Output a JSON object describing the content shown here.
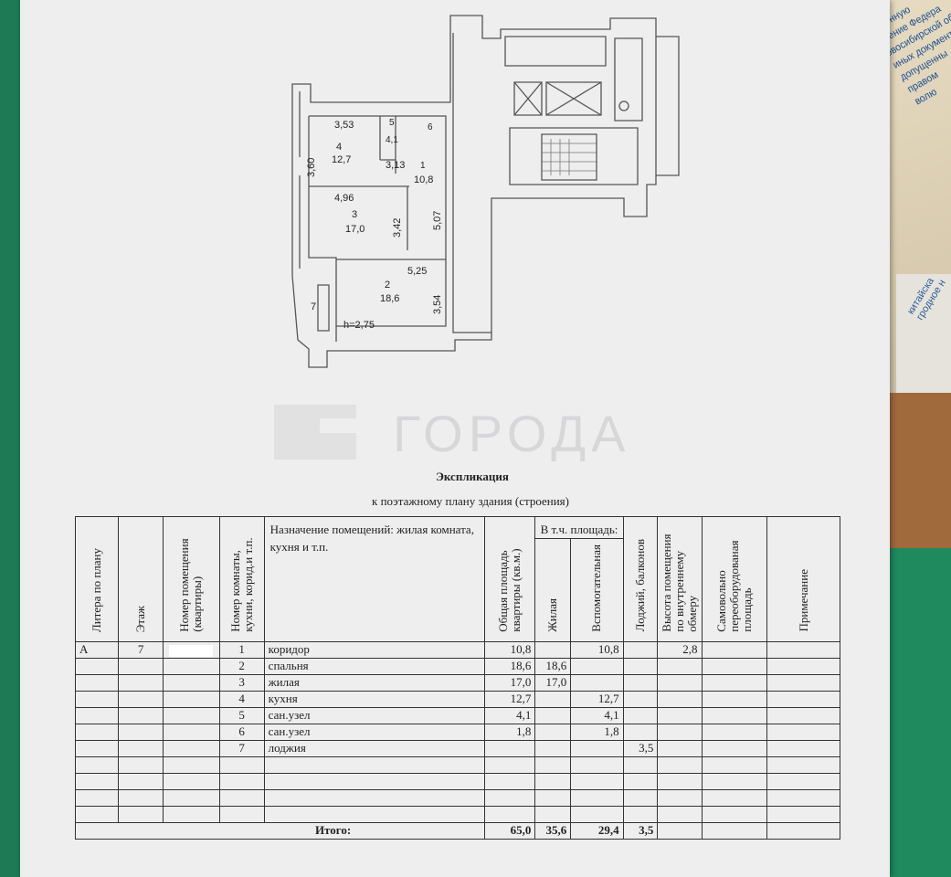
{
  "background": {
    "doc_text": "ука\nственную\nвление Федера\nовосибирской об\nиных документ\nдопущенны\nправом\nволю",
    "doc2_text": "китайска\nгродное н"
  },
  "watermark": {
    "text": "ГОРОДА"
  },
  "plan": {
    "rooms": [
      {
        "id": "5",
        "area": "4,1"
      },
      {
        "id": "6",
        "area": ""
      },
      {
        "id": "4",
        "area": "12,7"
      },
      {
        "id": "1",
        "area": "10,8"
      },
      {
        "id": "3",
        "area": "17,0"
      },
      {
        "id": "2",
        "area": "18,6"
      },
      {
        "id": "7",
        "area": ""
      }
    ],
    "dims": [
      "3,53",
      "3,60",
      "3,13",
      "4,96",
      "3,42",
      "5,07",
      "5,25",
      "3,54"
    ],
    "height_label": "h=2,75"
  },
  "title": "Экспликация",
  "subtitle": "к поэтажному плану здания (строения)",
  "table": {
    "headers": {
      "liter": "Литера по плану",
      "floor": "Этаж",
      "apt": "Номер помещения (квартиры)",
      "room_no": "Номер комнаты, кухни, корид.и т.п.",
      "purpose": "Назначение помещений: жилая комната, кухня и т.п.",
      "total_area": "Общая площадь квартиры (кв.м.)",
      "incl_area": "В т.ч. площадь:",
      "living": "Жилая",
      "aux": "Вспомогательная",
      "loggia": "Лоджий, балконов",
      "height": "Высота помещения по внутреннему обмеру",
      "self_rebuilt": "Самовольно переоборудованая площадь",
      "note": "Примечание"
    },
    "rows": [
      {
        "liter": "А",
        "floor": "7",
        "no": "1",
        "name": "коридор",
        "total": "10,8",
        "living": "",
        "aux": "10,8",
        "loggia": "",
        "height": "2,8"
      },
      {
        "liter": "",
        "floor": "",
        "no": "2",
        "name": "спальня",
        "total": "18,6",
        "living": "18,6",
        "aux": "",
        "loggia": "",
        "height": ""
      },
      {
        "liter": "",
        "floor": "",
        "no": "3",
        "name": "жилая",
        "total": "17,0",
        "living": "17,0",
        "aux": "",
        "loggia": "",
        "height": ""
      },
      {
        "liter": "",
        "floor": "",
        "no": "4",
        "name": "кухня",
        "total": "12,7",
        "living": "",
        "aux": "12,7",
        "loggia": "",
        "height": ""
      },
      {
        "liter": "",
        "floor": "",
        "no": "5",
        "name": "сан.узел",
        "total": "4,1",
        "living": "",
        "aux": "4,1",
        "loggia": "",
        "height": ""
      },
      {
        "liter": "",
        "floor": "",
        "no": "6",
        "name": "сан.узел",
        "total": "1,8",
        "living": "",
        "aux": "1,8",
        "loggia": "",
        "height": ""
      },
      {
        "liter": "",
        "floor": "",
        "no": "7",
        "name": "лоджия",
        "total": "",
        "living": "",
        "aux": "",
        "loggia": "3,5",
        "height": ""
      }
    ],
    "total": {
      "label": "Итого:",
      "total": "65,0",
      "living": "35,6",
      "aux": "29,4",
      "loggia": "3,5"
    }
  }
}
